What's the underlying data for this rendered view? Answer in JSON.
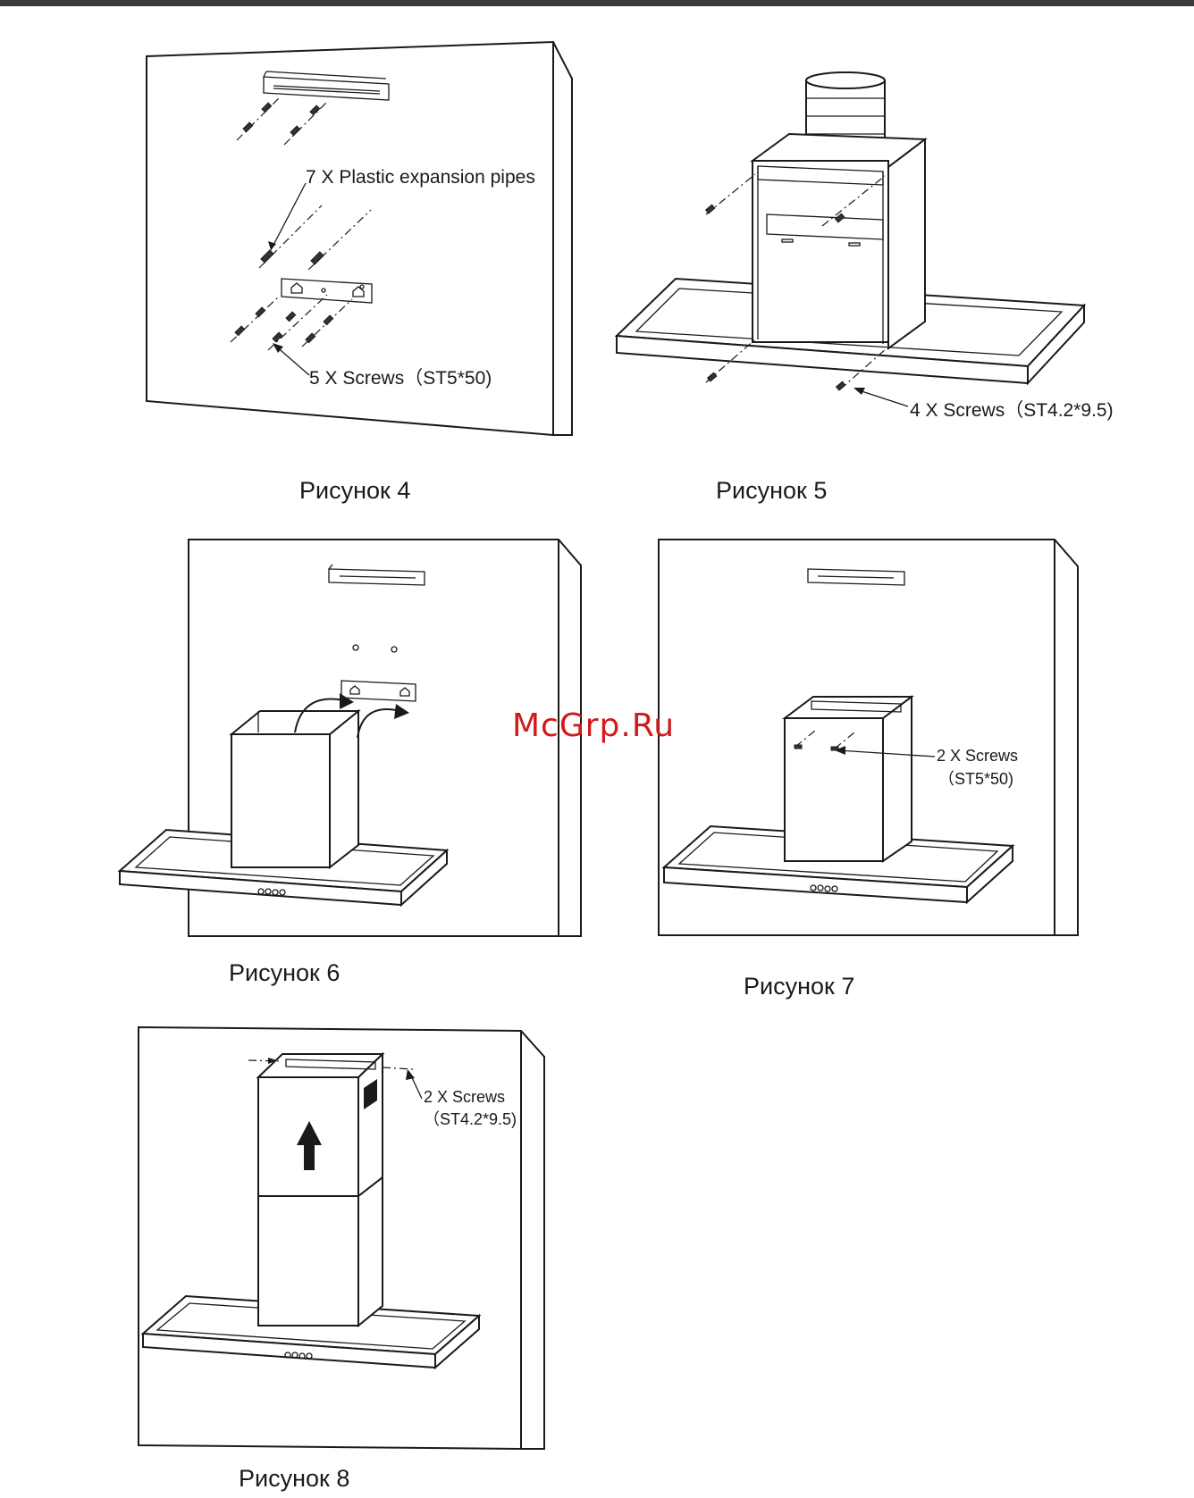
{
  "figures": {
    "fig4": {
      "caption": "Рисунок 4",
      "label_pipes": "7 X Plastic expansion pipes",
      "label_screws": "5 X Screws（ST5*50)"
    },
    "fig5": {
      "caption": "Рисунок 5",
      "label_screws": "4 X Screws（ST4.2*9.5)"
    },
    "fig6": {
      "caption": "Рисунок 6"
    },
    "fig7": {
      "caption": "Рисунок 7",
      "label_screws_line1": "2 X Screws",
      "label_screws_line2": "（ST5*50)"
    },
    "fig8": {
      "caption": "Рисунок 8",
      "label_screws_line1": "2 X Screws",
      "label_screws_line2": "（ST4.2*9.5)"
    }
  },
  "watermark": "McGrp.Ru",
  "colors": {
    "watermark": "#d11a1a",
    "top_bar": "#3a3a3a",
    "line": "#1a1a1a"
  }
}
